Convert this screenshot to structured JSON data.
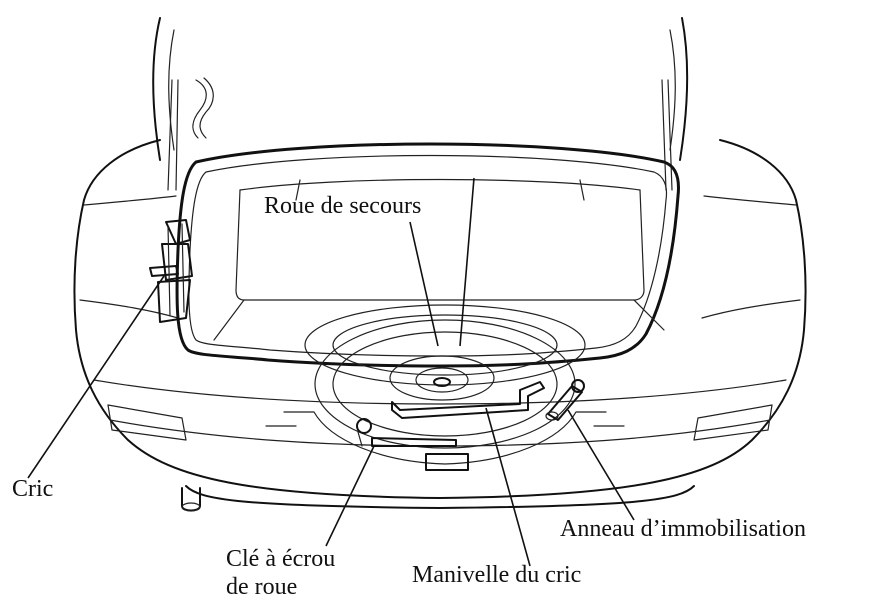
{
  "labels": {
    "spare_wheel": "Roue de secours",
    "jack": "Cric",
    "lug_wrench_line1": "Clé à écrou",
    "lug_wrench_line2": "de roue",
    "jack_handle": "Manivelle du cric",
    "tow_ring": "Anneau d’immobilisation"
  }
}
